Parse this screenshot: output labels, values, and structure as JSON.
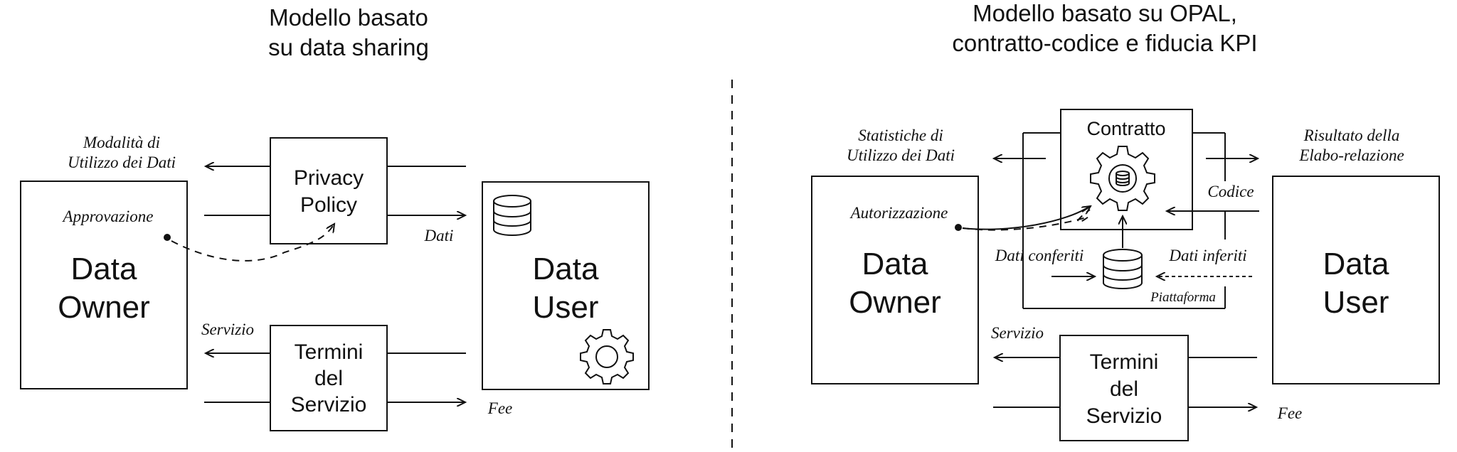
{
  "left": {
    "title_line1": "Modello basato",
    "title_line2": "su data sharing",
    "owner_line1": "Data",
    "owner_line2": "Owner",
    "user_line1": "Data",
    "user_line2": "User",
    "privacy_line1": "Privacy",
    "privacy_line2": "Policy",
    "terms_line1": "Termini",
    "terms_line2": "del",
    "terms_line3": "Servizio",
    "usage_line1": "Modalità di",
    "usage_line2": "Utilizzo dei Dati",
    "approval": "Approvazione",
    "data": "Dati",
    "service": "Servizio",
    "fee": "Fee"
  },
  "right": {
    "title_line1": "Modello basato su OPAL,",
    "title_line2": "contratto-codice e fiducia KPI",
    "owner_line1": "Data",
    "owner_line2": "Owner",
    "user_line1": "Data",
    "user_line2": "User",
    "contract": "Contratto",
    "stats_line1": "Statistiche di",
    "stats_line2": "Utilizzo dei Dati",
    "result_line1": "Risultato della",
    "result_line2": "Elabo-relazione",
    "code": "Codice",
    "authorization": "Autorizzazione",
    "data_given": "Dati conferiti",
    "data_inferred": "Dati inferiti",
    "platform": "Piattaforma",
    "service": "Servizio",
    "fee": "Fee",
    "terms_line1": "Termini",
    "terms_line2": "del",
    "terms_line3": "Servizio"
  },
  "icons": {
    "database": "database-icon",
    "gear": "gear-icon"
  },
  "colors": {
    "ink": "#111111",
    "background": "#ffffff"
  }
}
